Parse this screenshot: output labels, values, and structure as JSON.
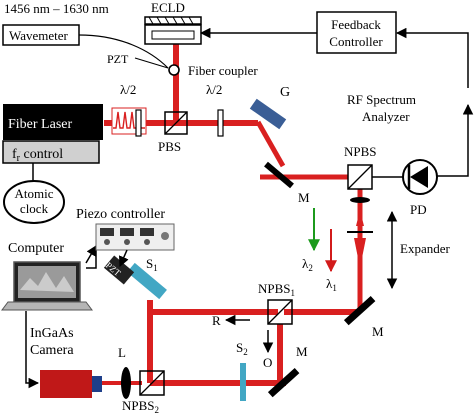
{
  "diagram": {
    "labels": {
      "range": "1456 nm – 1630 nm",
      "ecld": "ECLD",
      "wavemeter": "Wavemeter",
      "pzt": "PZT",
      "fiber_coupler": "Fiber coupler",
      "half_wave_1": "λ/2",
      "half_wave_2": "λ/2",
      "g": "G",
      "fiber_laser": "Fiber Laser",
      "fr_control_f": "f",
      "fr_control_r": "r",
      "fr_control_rest": " control",
      "pbs": "PBS",
      "atomic_clock_1": "Atomic",
      "atomic_clock_2": "clock",
      "feedback_1": "Feedback",
      "feedback_2": "Controller",
      "rf_1": "RF Spectrum",
      "rf_2": "Analyzer",
      "npbs": "NPBS",
      "pd": "PD",
      "m_top": "M",
      "piezo_controller": "Piezo controller",
      "computer": "Computer",
      "pzt_small": "PZT",
      "s1": "S",
      "s1_sub": "1",
      "lambda2": "λ",
      "lambda2_sub": "2",
      "lambda1": "λ",
      "lambda1_sub": "1",
      "expander": "Expander",
      "npbs1": "NPBS",
      "npbs1_sub": "1",
      "r": "R",
      "o": "O",
      "m_right": "M",
      "ingaas_1": "InGaAs",
      "ingaas_2": "Camera",
      "l": "L",
      "s2": "S",
      "s2_sub": "2",
      "m_bottom": "M",
      "npbs2": "NPBS",
      "npbs2_sub": "2"
    },
    "colors": {
      "beam": "#d92020",
      "beam_dark": "#b81515",
      "grating": "#3a5e96",
      "splitter_blue": "#42a7c4",
      "camera": "#c01818",
      "arrow_green": "#1c9a1c",
      "arrow_red": "#d21b1b"
    }
  }
}
